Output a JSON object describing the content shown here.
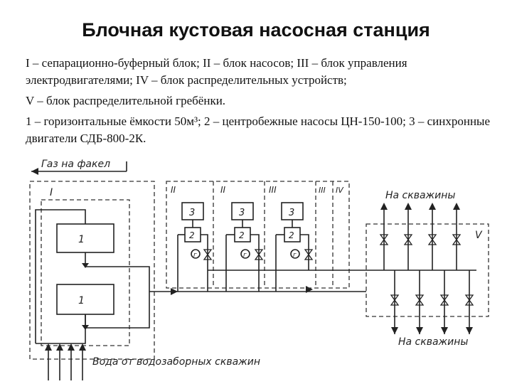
{
  "slide": {
    "title": "Блочная кустовая насосная станция",
    "legend_line1": "I – сепарационно-буферный блок; II – блок насосов; III – блок управления электродвигателями; IV – блок распределительных устройств;",
    "legend_line2": "V – блок распределительной гребёнки.",
    "legend_line3": "1 – горизонтальные ёмкости 50м³; 2 – центробежные насосы ЦН-150-100; 3 – синхронные двигатели СДБ-800-2К."
  },
  "diagram": {
    "gas_label": "Газ на факел",
    "water_label": "Вода от   водозаборных скважин",
    "to_wells_top": "На скважины",
    "to_wells_bottom": "На скважины",
    "block_I": "I",
    "block_II": "II",
    "block_III": "III",
    "block_IV": "IV",
    "block_V": "V",
    "tank_label": "1",
    "pump_label": "2",
    "motor_label": "3",
    "gauge_label": "г"
  }
}
